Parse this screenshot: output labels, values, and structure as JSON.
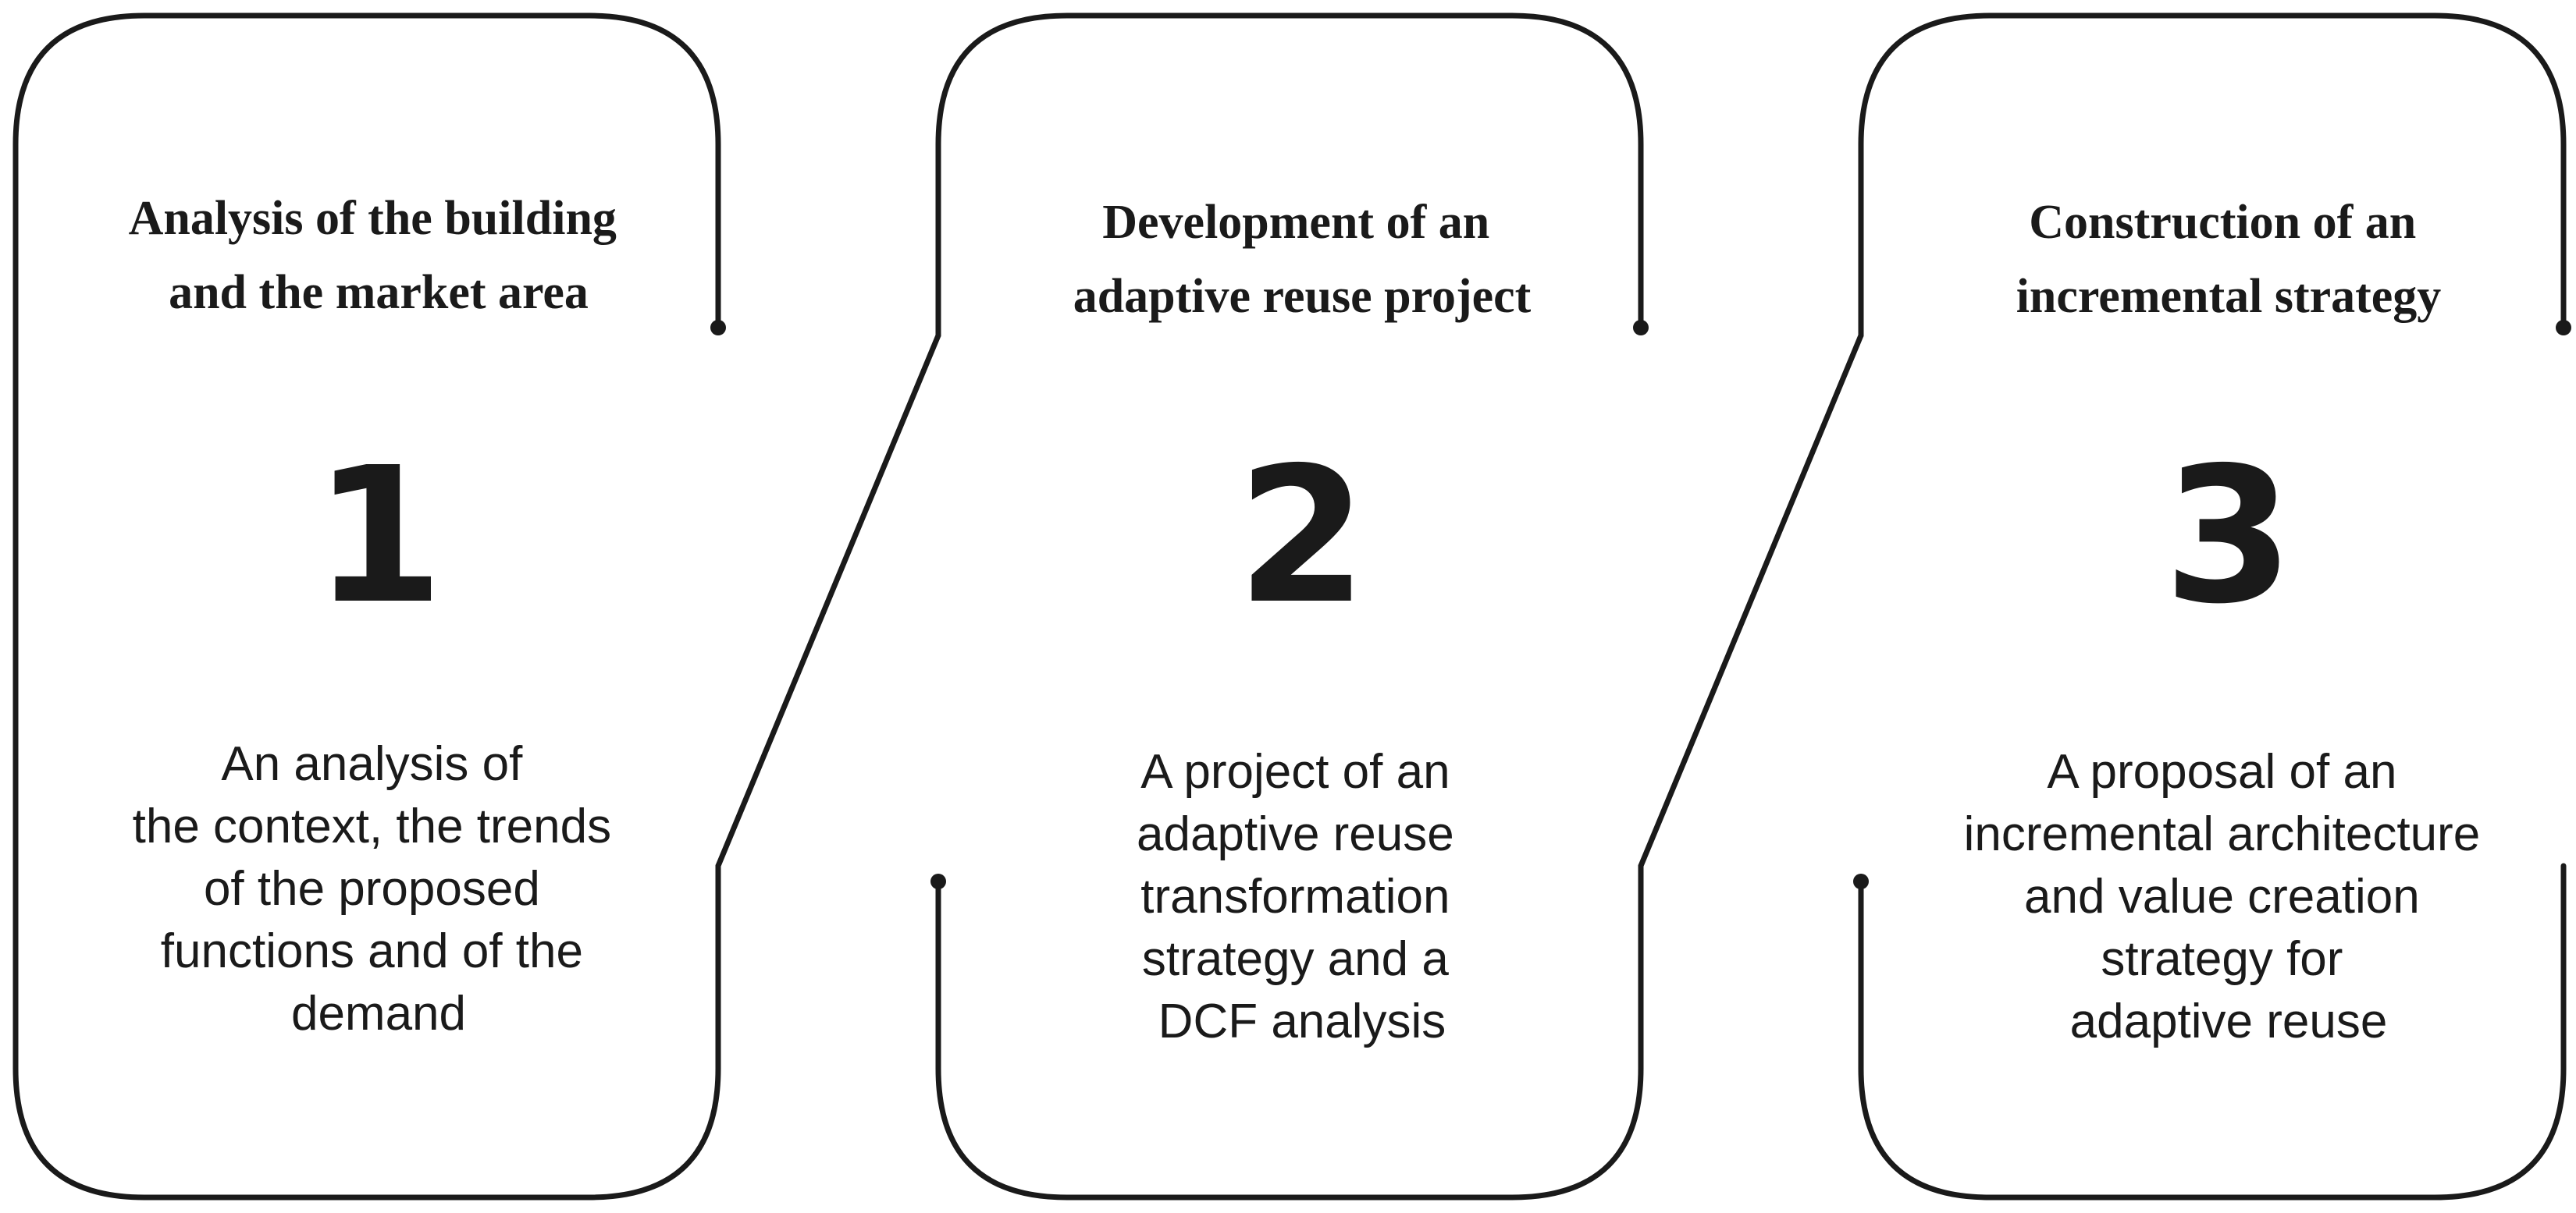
{
  "colors": {
    "ink": "#1a1a1a",
    "background": "#ffffff"
  },
  "steps": [
    {
      "number": "1",
      "title": [
        "Analysis of the building",
        "and the market area"
      ],
      "description": [
        "An analysis of",
        "the context, the trends",
        "of the proposed",
        "functions and of the",
        "demand"
      ]
    },
    {
      "number": "2",
      "title": [
        "Development of an",
        "adaptive reuse project"
      ],
      "description": [
        "A project of an",
        "adaptive reuse",
        "transformation",
        "strategy and a",
        "DCF analysis"
      ]
    },
    {
      "number": "3",
      "title": [
        "Construction of an",
        "incremental strategy"
      ],
      "description": [
        "A proposal of an",
        "incremental architecture",
        "and value creation",
        "strategy for",
        "adaptive reuse"
      ]
    }
  ]
}
